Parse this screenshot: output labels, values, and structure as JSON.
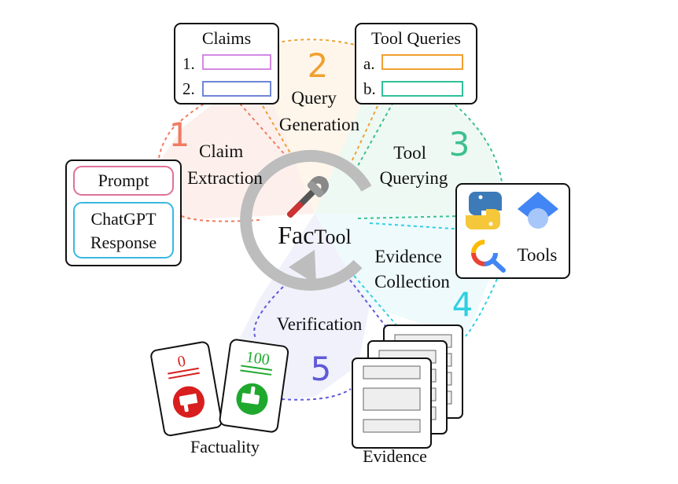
{
  "center": {
    "title_prefix": "Fac",
    "title_suffix": "Tool"
  },
  "stages": [
    {
      "number": "1",
      "lines": [
        "Claim",
        "Extraction"
      ],
      "color": "#f07a62"
    },
    {
      "number": "2",
      "lines": [
        "Query",
        "Generation"
      ],
      "color": "#f0a030"
    },
    {
      "number": "3",
      "lines": [
        "Tool",
        "Querying"
      ],
      "color": "#3cc08e"
    },
    {
      "number": "4",
      "lines": [
        "Evidence",
        "Collection"
      ],
      "color": "#2fd0e0"
    },
    {
      "number": "5",
      "lines": [
        "Verification"
      ],
      "color": "#5e5ad8"
    }
  ],
  "claims_box": {
    "title": "Claims",
    "items": [
      "1.",
      "2."
    ],
    "item_colors": [
      "#d488e4",
      "#6f86d8"
    ]
  },
  "queries_box": {
    "title": "Tool Queries",
    "items": [
      "a.",
      "b."
    ],
    "item_colors": [
      "#f0a030",
      "#2fc09a"
    ]
  },
  "input_box": {
    "prompt": "Prompt",
    "response_line1": "ChatGPT",
    "response_line2": "Response",
    "prompt_color": "#e0709a",
    "response_color": "#3ab8e0"
  },
  "tools_box": {
    "label": "Tools",
    "icons": [
      "python-icon",
      "scholar-icon",
      "search-icon"
    ]
  },
  "factuality": {
    "label": "Factuality",
    "scores": [
      "0",
      "100"
    ],
    "score_colors": [
      "#d81e1e",
      "#1fa82e"
    ]
  },
  "evidence": {
    "label": "Evidence"
  }
}
